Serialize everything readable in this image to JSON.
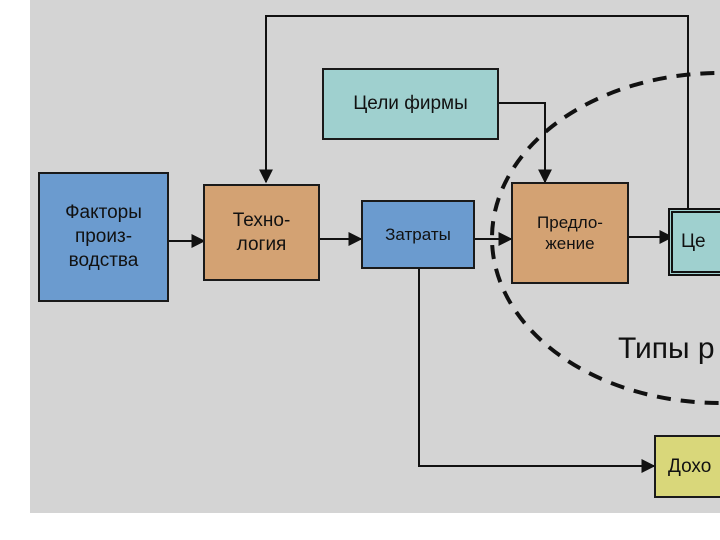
{
  "nodes": {
    "factors": "Факторы\nпроиз-\nводства",
    "technology": "Техно-\nлогия",
    "costs": "Затраты",
    "goals": "Цели фирмы",
    "supply": "Предло-\nжение",
    "price": "Це",
    "income": "Дохо"
  },
  "ellipse_label": "Типы р",
  "colors": {
    "background": "#d4d4d4",
    "blue": "#6b9bcf",
    "tan": "#d3a273",
    "teal": "#9fd0cf",
    "olive": "#d9d77a"
  }
}
